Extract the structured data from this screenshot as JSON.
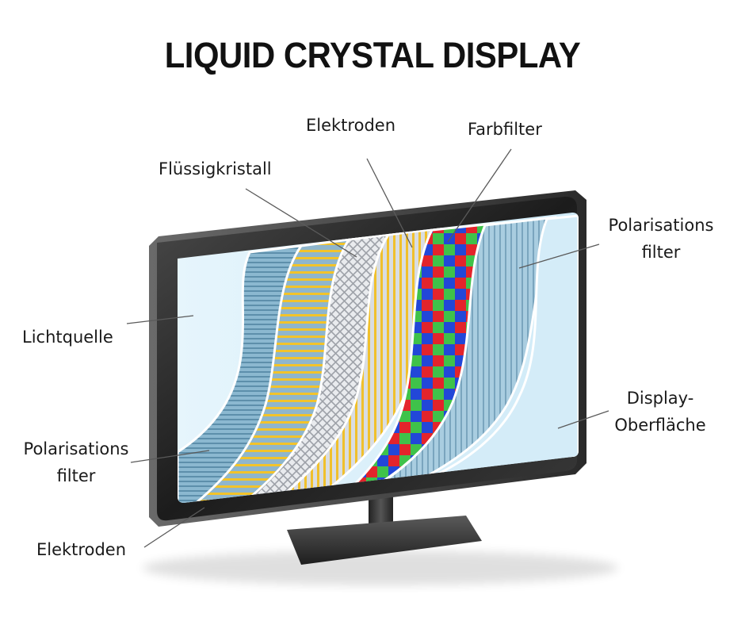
{
  "title": "LIQUID CRYSTAL DISPLAY",
  "labels": {
    "lichtquelle": "Lichtquelle",
    "polarisations_left_1": "Polarisations",
    "polarisations_left_2": "filter",
    "elektroden_bottom": "Elektroden",
    "fluessigkristall": "Flüssigkristall",
    "elektroden_top": "Elektroden",
    "farbfilter": "Farbfilter",
    "polarisations_right_1": "Polarisations",
    "polarisations_right_2": "filter",
    "display_1": "Display-",
    "display_2": "Oberfläche"
  },
  "colors": {
    "bezel": "#2a2a2a",
    "panel": "#dff1fa",
    "polarizer": "#7fb0cc",
    "electrode_stripe": "#f2c32a",
    "liquid_crystal": "#b9bcc2",
    "filter_red": "#e3242b",
    "filter_green": "#3fc24a",
    "filter_blue": "#2247d8"
  }
}
